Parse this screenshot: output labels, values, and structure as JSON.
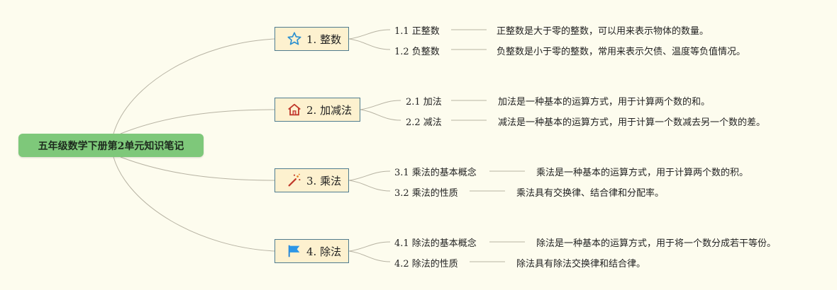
{
  "root": {
    "title": "五年级数学下册第2单元知识笔记"
  },
  "branches": [
    {
      "label": "1. 整数",
      "icon": "star-icon",
      "children": [
        {
          "label": "1.1 正整数",
          "desc": "正整数是大于零的整数，可以用来表示物体的数量。"
        },
        {
          "label": "1.2 负整数",
          "desc": "负整数是小于零的整数，常用来表示欠债、温度等负值情况。"
        }
      ]
    },
    {
      "label": "2. 加减法",
      "icon": "house-icon",
      "children": [
        {
          "label": "2.1 加法",
          "desc": "加法是一种基本的运算方式，用于计算两个数的和。"
        },
        {
          "label": "2.2 减法",
          "desc": "减法是一种基本的运算方式，用于计算一个数减去另一个数的差。"
        }
      ]
    },
    {
      "label": "3. 乘法",
      "icon": "magic-wand-icon",
      "children": [
        {
          "label": "3.1 乘法的基本概念",
          "desc": "乘法是一种基本的运算方式，用于计算两个数的积。"
        },
        {
          "label": "3.2 乘法的性质",
          "desc": "乘法具有交换律、结合律和分配率。"
        }
      ]
    },
    {
      "label": "4. 除法",
      "icon": "flag-icon",
      "children": [
        {
          "label": "4.1 除法的基本概念",
          "desc": "除法是一种基本的运算方式，用于将一个数分成若干等份。"
        },
        {
          "label": "4.2 除法的性质",
          "desc": "除法具有除法交换律和结合律。"
        }
      ]
    }
  ]
}
